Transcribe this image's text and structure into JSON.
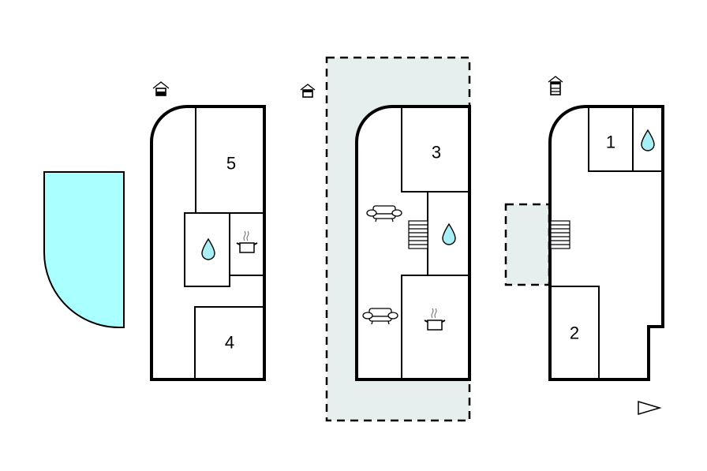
{
  "diagram": {
    "type": "floor-plan",
    "floors": [
      {
        "id": "floor-left",
        "level_icon": "house-level-icon-ground",
        "rooms": [
          {
            "label": "5",
            "type": "bedroom"
          },
          {
            "label": "4",
            "type": "bedroom"
          },
          {
            "label": "",
            "type": "bathroom",
            "icon": "water-drop-icon"
          },
          {
            "label": "",
            "type": "kitchen",
            "icon": "cooking-pot-icon"
          }
        ]
      },
      {
        "id": "floor-middle",
        "level_icon": "house-level-icon-first",
        "terrace": "dashed-outdoor-area",
        "rooms": [
          {
            "label": "3",
            "type": "bedroom"
          },
          {
            "label": "",
            "type": "bathroom",
            "icon": "water-drop-icon"
          },
          {
            "label": "",
            "type": "kitchen",
            "icon": "cooking-pot-icon"
          },
          {
            "label": "",
            "type": "living",
            "icon": "sofa-icon"
          },
          {
            "label": "",
            "type": "living",
            "icon": "sofa-icon"
          },
          {
            "label": "",
            "type": "stairs",
            "icon": "stairs-icon"
          }
        ]
      },
      {
        "id": "floor-right",
        "level_icon": "house-level-icon-second",
        "terrace": "dashed-outdoor-area",
        "rooms": [
          {
            "label": "1",
            "type": "bedroom"
          },
          {
            "label": "",
            "type": "bathroom",
            "icon": "water-drop-icon"
          },
          {
            "label": "2",
            "type": "bedroom"
          },
          {
            "label": "",
            "type": "stairs",
            "icon": "stairs-icon"
          }
        ]
      }
    ],
    "pool": {
      "name": "swimming-pool",
      "color": "#aaffff"
    },
    "compass": "north-arrow-icon",
    "colors": {
      "wall": "#000000",
      "terrace": "#e6eeee",
      "water": "#a8eff5",
      "pool": "#aaffff"
    }
  }
}
